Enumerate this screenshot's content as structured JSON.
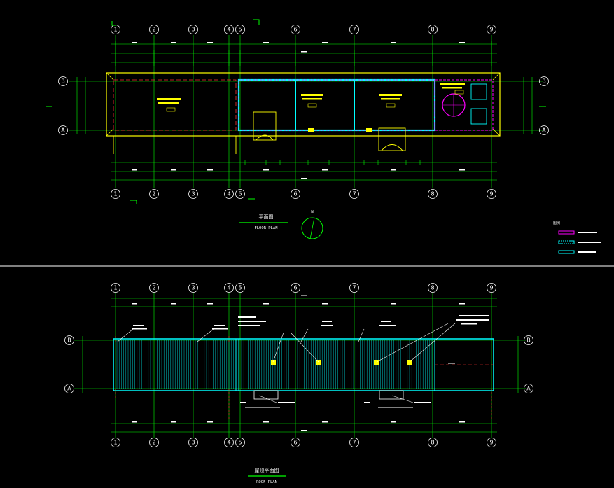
{
  "colors": {
    "background": "#000000",
    "grid_line": "#00ff00",
    "grid_bubble": "#ffffff",
    "dimension": "#00ff00",
    "wall": "#ffff00",
    "wall_highlight": "#ff00ff",
    "hatch_line": "#00ffff",
    "axis_centerline": "#ff3333",
    "annotation": "#ffff00",
    "separator": "#ffffff"
  },
  "grid": {
    "columns": [
      "1",
      "2",
      "3",
      "4",
      "5",
      "6",
      "7",
      "8",
      "9"
    ],
    "rows": [
      "B",
      "A"
    ]
  },
  "floor_plan": {
    "title": "平面图",
    "subtitle": "FLOOR PLAN",
    "north_label": "N"
  },
  "roof_plan": {
    "title": "屋顶平面图",
    "subtitle": "ROOF PLAN"
  },
  "legend": {
    "title": "图例"
  }
}
